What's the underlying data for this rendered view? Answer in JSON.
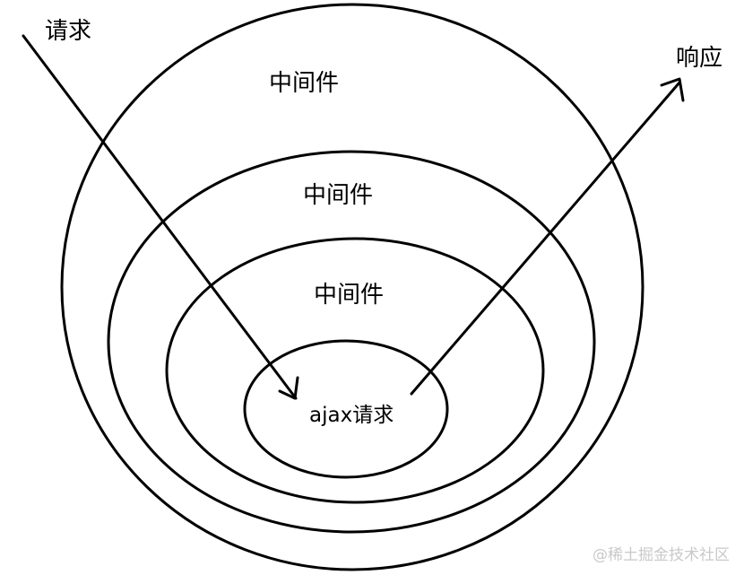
{
  "labels": {
    "request": "请求",
    "response": "响应",
    "middleware_outer": "中间件",
    "middleware_middle": "中间件",
    "middleware_inner": "中间件",
    "core": "ajax请求"
  },
  "watermark": "@稀土掘金技术社区",
  "colors": {
    "stroke": "#000000",
    "background": "#ffffff",
    "watermark": "#c9c9c9"
  }
}
